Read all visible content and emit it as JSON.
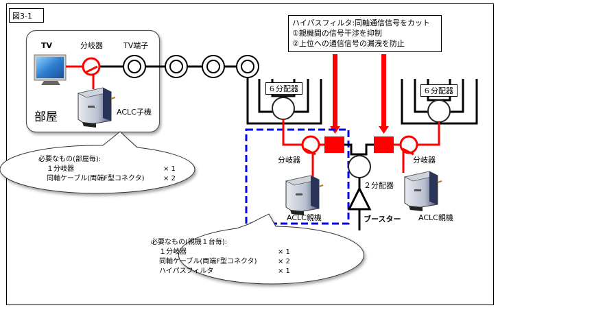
{
  "figure_label": "図3-1",
  "colors": {
    "signal": "#ff0000",
    "cable": "#000000",
    "group_border": "#0000ee",
    "tv_screen": "#3a8fd8"
  },
  "room": {
    "title": "部屋",
    "tv_label": "TV",
    "splitter_label": "分岐器",
    "tv_outlet_label": "TV端子",
    "device_label": "ACLC子機"
  },
  "room_bubble": {
    "heading": "必要なもの(部屋毎):",
    "items": [
      {
        "name": "１分岐器",
        "qty": "× 1"
      },
      {
        "name": "同軸ケーブル(両端F型コネクタ)",
        "qty": "× 2"
      }
    ]
  },
  "info_box": {
    "lines": [
      "ハイパスフィルタ:同軸通信信号をカット",
      "①親機間の信号干渉を抑制",
      "②上位への通信信号の漏洩を防止"
    ]
  },
  "distributors": {
    "left_label": "６分配器",
    "right_label": "６分配器",
    "two_way_label": "２分配器",
    "booster_label": "ブースター"
  },
  "parent_left": {
    "splitter_label": "分岐器",
    "device_label": "ACLC親機"
  },
  "parent_right": {
    "splitter_label": "分岐器",
    "device_label": "ACLC親機"
  },
  "parent_bubble": {
    "heading": "必要なもの(親機１台毎):",
    "items": [
      {
        "name": "１分岐器",
        "qty": "× 1"
      },
      {
        "name": "同軸ケーブル(両端F型コネクタ)",
        "qty": "× 2"
      },
      {
        "name": "ハイパスフィルタ",
        "qty": "× 1"
      }
    ]
  }
}
